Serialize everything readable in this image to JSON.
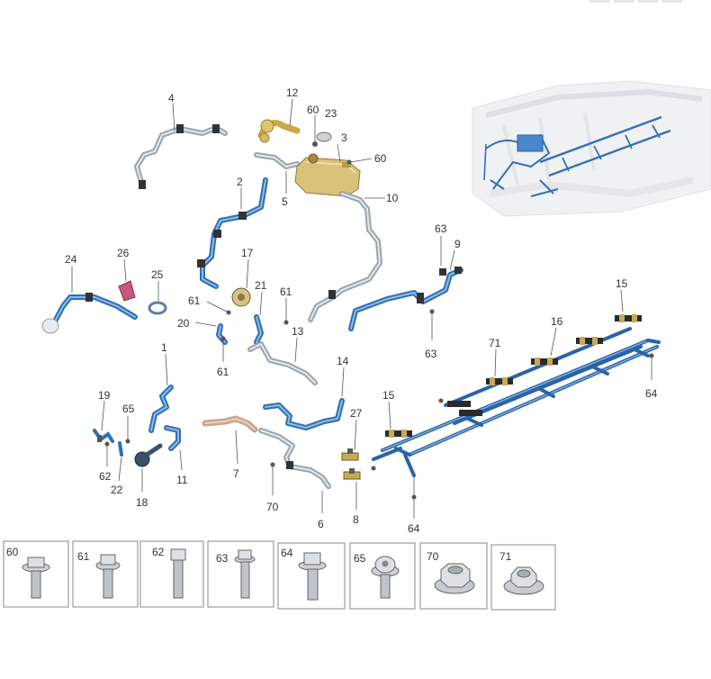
{
  "callouts": {
    "c1": "1",
    "c2": "2",
    "c3": "3",
    "c4": "4",
    "c5": "5",
    "c6": "6",
    "c7": "7",
    "c8": "8",
    "c9": "9",
    "c10": "10",
    "c11": "11",
    "c12": "12",
    "c13": "13",
    "c14": "14",
    "c15a": "15",
    "c15b": "15",
    "c16": "16",
    "c17": "17",
    "c18": "18",
    "c19": "19",
    "c20": "20",
    "c21": "21",
    "c22": "22",
    "c23": "23",
    "c24": "24",
    "c25": "25",
    "c26": "26",
    "c27": "27",
    "c60a": "60",
    "c60b": "60",
    "c61a": "61",
    "c61b": "61",
    "c61c": "61",
    "c62": "62",
    "c63a": "63",
    "c63b": "63",
    "c64a": "64",
    "c64b": "64",
    "c65": "65",
    "c70": "70",
    "c71": "71"
  },
  "fastener_legend": [
    {
      "label": "60",
      "icon": "flange-bolt-icon"
    },
    {
      "label": "61",
      "icon": "flange-bolt-icon"
    },
    {
      "label": "62",
      "icon": "long-bolt-icon"
    },
    {
      "label": "63",
      "icon": "long-bolt-icon"
    },
    {
      "label": "64",
      "icon": "flange-bolt-icon"
    },
    {
      "label": "65",
      "icon": "socket-bolt-icon"
    },
    {
      "label": "70",
      "icon": "hex-nut-icon"
    },
    {
      "label": "71",
      "icon": "flange-nut-icon"
    }
  ],
  "colors": {
    "pipe_blue": "#2e6fb0",
    "pipe_grey": "#9aa4ad",
    "reservoir_yellow": "#d9c27a",
    "bracket_pink": "#c8587a",
    "hose_beige": "#c9a58a"
  }
}
